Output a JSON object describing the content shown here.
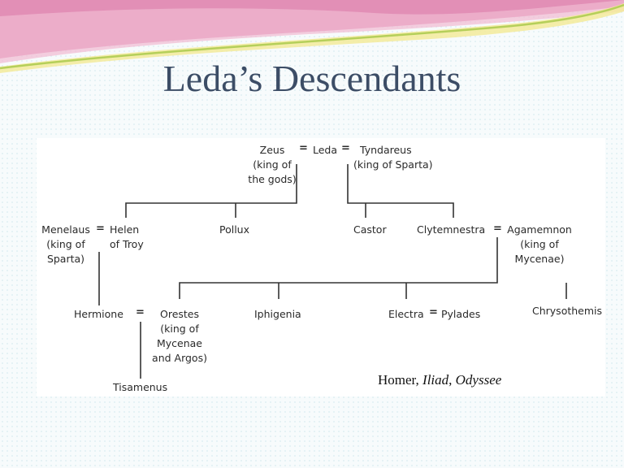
{
  "slide": {
    "title": "Leda’s Descendants",
    "colors": {
      "title": "#3c4d66",
      "swoosh_pink": "#e28fb6",
      "swoosh_green": "#b5cf5a",
      "swoosh_yellow": "#f3ea9a"
    }
  },
  "tree": {
    "marriage_sign": "=",
    "zeus": {
      "name": "Zeus",
      "title": [
        "(king of",
        "the gods)"
      ]
    },
    "leda": {
      "name": "Leda"
    },
    "tyndareus": {
      "name": "Tyndareus",
      "title": [
        "(king of Sparta)"
      ]
    },
    "menelaus": {
      "name": "Menelaus",
      "title": [
        "(king of",
        "Sparta)"
      ]
    },
    "helen": {
      "name": "Helen",
      "title": [
        "of Troy"
      ]
    },
    "pollux": {
      "name": "Pollux"
    },
    "castor": {
      "name": "Castor"
    },
    "clytemnestra": {
      "name": "Clytemnestra"
    },
    "agamemnon": {
      "name": "Agamemnon",
      "title": [
        "(king of",
        "Mycenae)"
      ]
    },
    "hermione": {
      "name": "Hermione"
    },
    "orestes": {
      "name": "Orestes",
      "title": [
        "(king of",
        "Mycenae",
        "and Argos)"
      ]
    },
    "iphigenia": {
      "name": "Iphigenia"
    },
    "electra": {
      "name": "Electra"
    },
    "pylades": {
      "name": "Pylades"
    },
    "chrysothemis": {
      "name": "Chrysothemis"
    },
    "tisamenus": {
      "name": "Tisamenus"
    }
  },
  "citation": {
    "author": "Homer,",
    "work1": "Iliad",
    "sep": ",",
    "work2": "Odyssee"
  }
}
